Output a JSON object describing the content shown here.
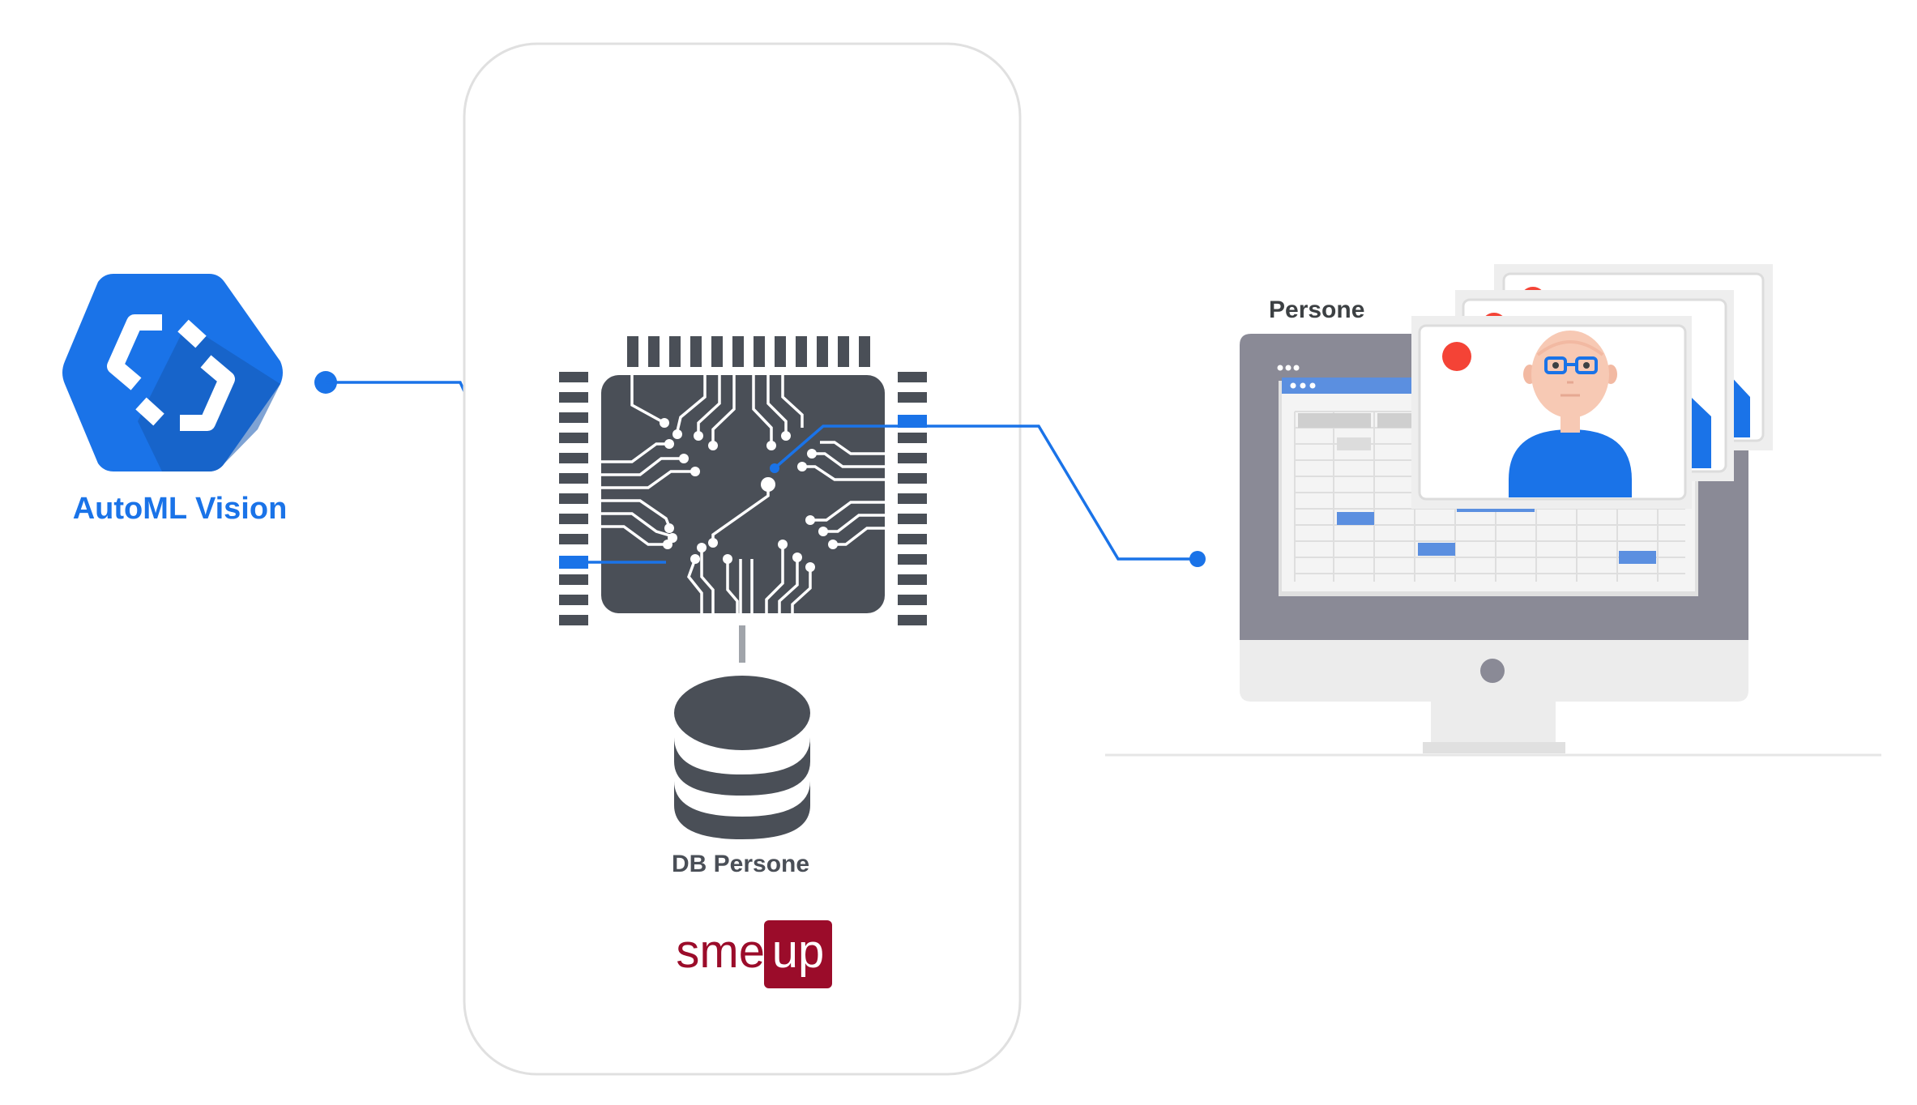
{
  "automl": {
    "label": "AutoML Vision",
    "color": "#1a73e8",
    "icon": "automl-vision-hexagon-icon"
  },
  "server": {
    "db_label": "DB Persone",
    "brand_left": "sme",
    "brand_right": "up",
    "brand_color": "#9b0c2a"
  },
  "monitor": {
    "title": "Persone"
  },
  "colors": {
    "line": "#1a73e8",
    "chip": "#4a4f57",
    "text_dark": "#4a4f57",
    "monitor_frame": "#8a8a96",
    "card_red": "#f44336",
    "person_blue": "#1a73e8"
  }
}
